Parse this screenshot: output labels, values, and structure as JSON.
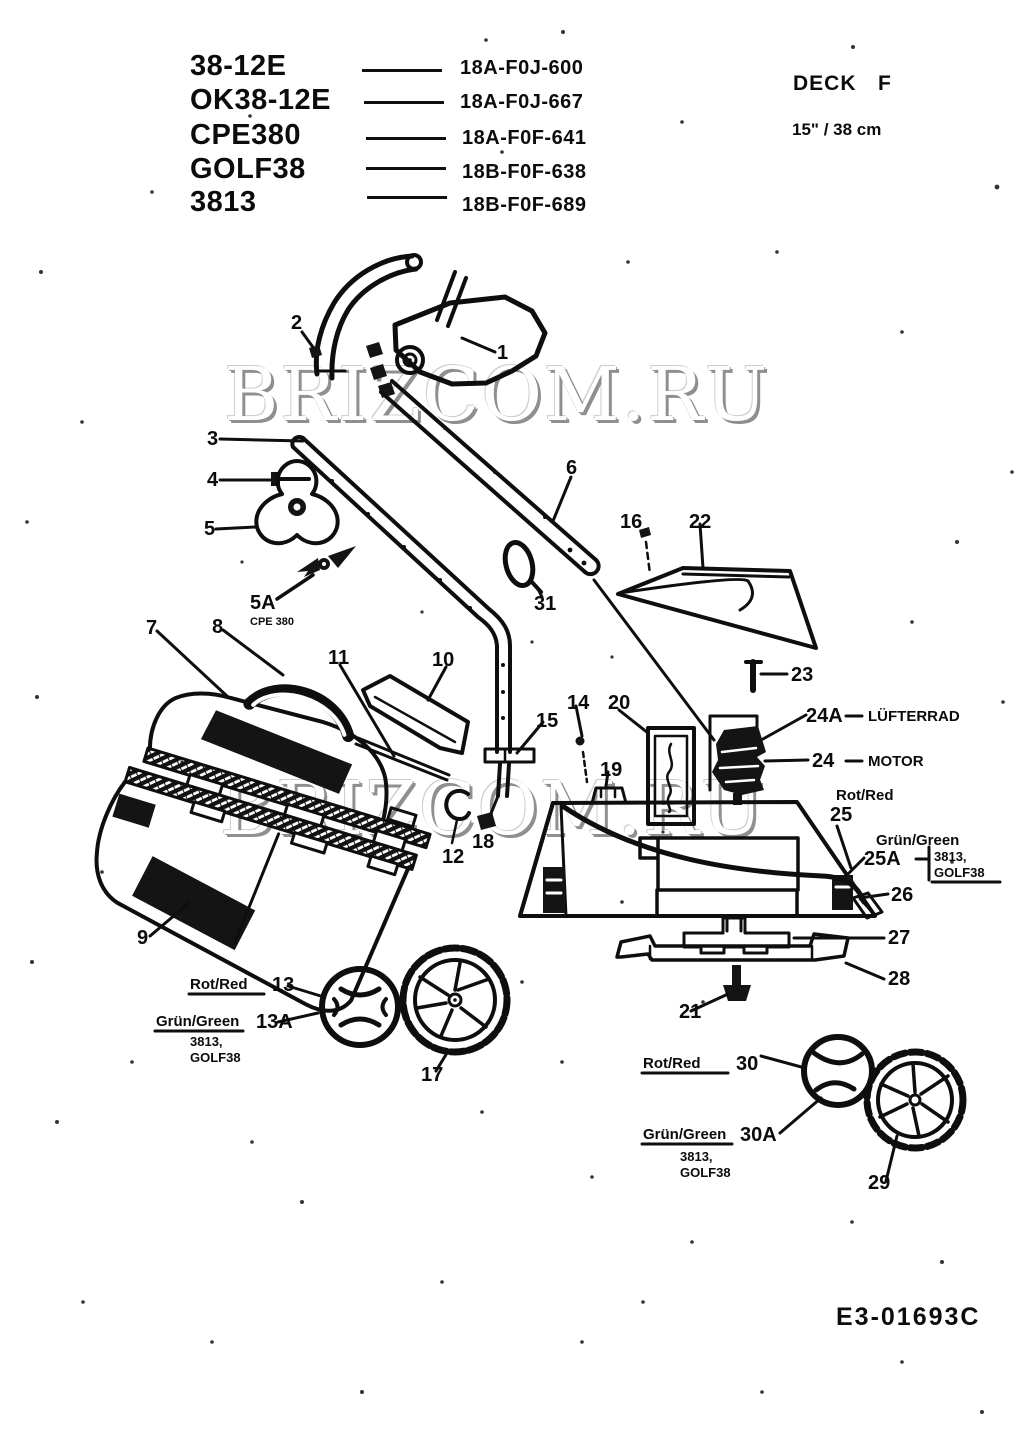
{
  "header": {
    "models": [
      {
        "name": "38-12E",
        "code": "18A-F0J-600"
      },
      {
        "name": "OK38-12E",
        "code": "18A-F0J-667"
      },
      {
        "name": "CPE380",
        "code": "18A-F0F-641"
      },
      {
        "name": "GOLF38",
        "code": "18B-F0F-638"
      },
      {
        "name": "3813",
        "code": "18B-F0F-689"
      }
    ],
    "deck_label": "DECK",
    "deck_letter": "F",
    "deck_size": "15\" / 38 cm"
  },
  "watermark": "BRIZCOM.RU",
  "doc_code": "E3-01693C",
  "callouts": {
    "n1": "1",
    "n2": "2",
    "n3": "3",
    "n4": "4",
    "n5": "5",
    "n5a": "5A",
    "n6": "6",
    "n7": "7",
    "n8": "8",
    "n9": "9",
    "n10": "10",
    "n11": "11",
    "n12": "12",
    "n13": "13",
    "n13a": "13A",
    "n14": "14",
    "n15": "15",
    "n16": "16",
    "n17": "17",
    "n18": "18",
    "n19": "19",
    "n20": "20",
    "n21": "21",
    "n22": "22",
    "n23": "23",
    "n24": "24",
    "n24a": "24A",
    "n25": "25",
    "n25a": "25A",
    "n26": "26",
    "n27": "27",
    "n28": "28",
    "n29": "29",
    "n30": "30",
    "n30a": "30A",
    "n31": "31"
  },
  "annotations": {
    "cpe380": "CPE 380",
    "luefterrad": "LÜFTERRAD",
    "motor": "MOTOR",
    "rot_red": "Rot/Red",
    "gruen_green": "Grün/Green",
    "variant_3813": "3813,",
    "variant_golf38": "GOLF38"
  }
}
